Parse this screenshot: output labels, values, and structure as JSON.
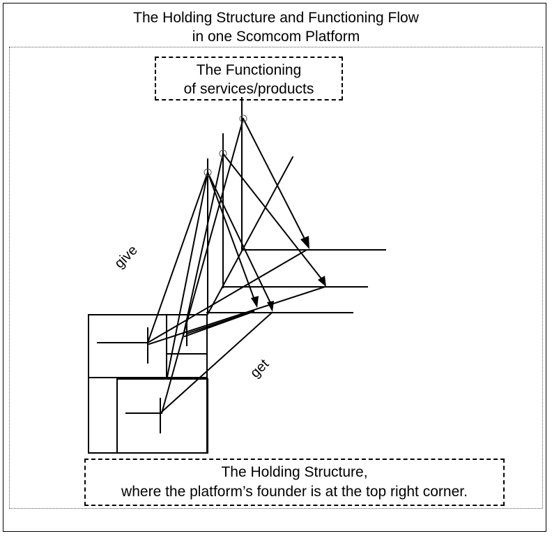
{
  "title": {
    "line1": "The Holding Structure and Functioning Flow",
    "line2": "in one Scomcom Platform"
  },
  "functioning_box": {
    "line1": "The Functioning",
    "line2": "of services/products"
  },
  "holding_box": {
    "line1": "The Holding Structure,",
    "line2": "where the platform’s founder is at the top right corner."
  },
  "labels": {
    "give": "give",
    "get": "get"
  },
  "colors": {
    "stroke": "#000000",
    "background": "#ffffff",
    "node_circle": "#555555"
  }
}
